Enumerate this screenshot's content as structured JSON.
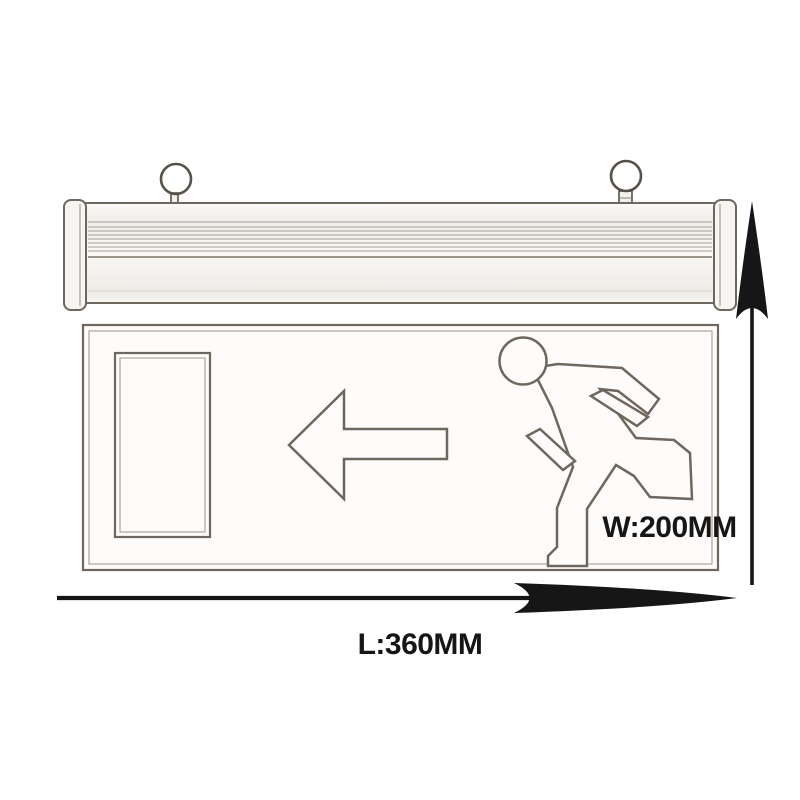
{
  "page": {
    "type": "product-dimension-diagram",
    "background": "#ffffff"
  },
  "product": {
    "name": "hanging-acrylic-exit-sign-line-drawing",
    "fixture": {
      "bar_icon": "led-fixture-bar",
      "left_hanger_icon": "hanging-ring",
      "right_hanger_icon": "hanging-ring"
    },
    "panel_symbols": {
      "door_icon": "exit-door-rectangle",
      "arrow_icon": "arrow-left",
      "figure_icon": "running-man"
    }
  },
  "dimensions": {
    "width_label": "W:200MM",
    "length_label": "L:360MM",
    "width_arrow_icon": "arrow-up",
    "length_arrow_icon": "arrow-right"
  },
  "colors": {
    "line_art": "#6f675e",
    "line_art_light": "#a59c92",
    "dimension_ink": "#161616",
    "panel_fill": "#fdfcfa"
  }
}
